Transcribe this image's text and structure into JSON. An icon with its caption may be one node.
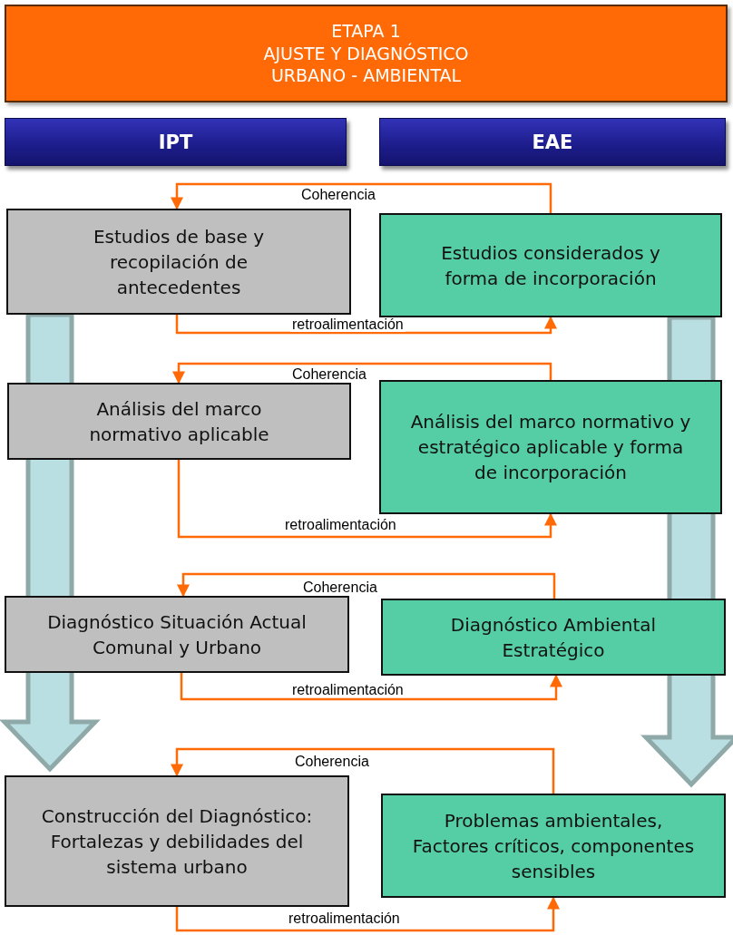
{
  "diagram": {
    "nodes": [
      {
        "text": [
          "ETAPA 1",
          "AJUSTE Y DIAGNÓSTICO",
          "URBANO - AMBIENTAL"
        ]
      },
      {
        "text": [
          "IPT"
        ]
      },
      {
        "text": [
          "EAE"
        ]
      },
      {
        "text": [
          "Estudios de base y recopilación de antecedentes"
        ]
      },
      {
        "text": [
          "Estudios considerados y forma de incorporación"
        ]
      },
      {
        "text": [
          "Análisis del marco normativo aplicable"
        ]
      },
      {
        "text": [
          "Análisis del marco normativo y estratégico aplicable y forma de incorporación"
        ]
      },
      {
        "text": [
          "Diagnóstico Situación Actual Comunal y Urbano"
        ]
      },
      {
        "text": [
          "Diagnóstico Ambiental Estratégico"
        ]
      },
      {
        "text": [
          "Construcción del Diagnóstico: Fortalezas y debilidades del sistema urbano"
        ]
      },
      {
        "text": [
          "Problemas ambientales, Factores críticos, componentes sensibles"
        ]
      }
    ],
    "edges": [
      {
        "from": 4,
        "to": 3,
        "arrow": "to",
        "label": "Coherencia"
      },
      {
        "from": 3,
        "to": 4,
        "arrow": "to",
        "label": "retroalimentación"
      },
      {
        "from": 6,
        "to": 5,
        "arrow": "to",
        "label": "Coherencia"
      },
      {
        "from": 5,
        "to": 6,
        "arrow": "to",
        "label": "retroalimentación"
      },
      {
        "from": 8,
        "to": 7,
        "arrow": "to",
        "label": "Coherencia"
      },
      {
        "from": 7,
        "to": 8,
        "arrow": "to",
        "label": "retroalimentación"
      },
      {
        "from": 10,
        "to": 9,
        "arrow": "to",
        "label": "Coherencia"
      },
      {
        "from": 9,
        "to": 10,
        "arrow": "to",
        "label": "retroalimentación"
      },
      {
        "from": 3,
        "to": 9,
        "arrow": "to",
        "style": "thick",
        "color": "#b9dfe3"
      },
      {
        "from": 4,
        "to": 10,
        "arrow": "to",
        "style": "thick",
        "color": "#b9dfe3"
      }
    ]
  }
}
